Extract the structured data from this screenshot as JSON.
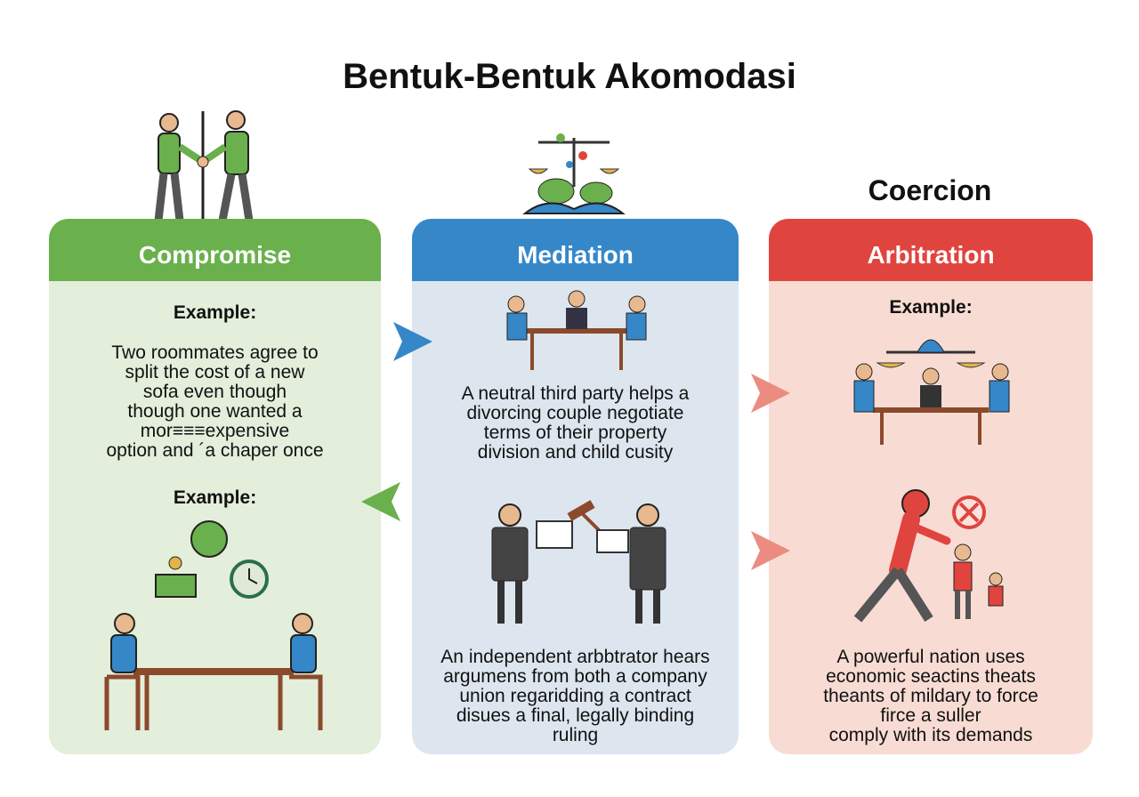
{
  "title": "Bentuk-Bentuk Akomodasi",
  "floating_label": "Coercion",
  "colors": {
    "green": "#6ab04c",
    "blue": "#3587c8",
    "red": "#e0443f"
  },
  "cards": [
    {
      "header": "Compromise",
      "example_label_1": "Example:",
      "text_1": "Two roommates agree to\nsplit the cost of a new\n    sofa even though\nthough one wanted a\nmor≡≡≡expensive\noption and ´a chaper once",
      "example_label_2": "Example:"
    },
    {
      "header": "Mediation",
      "text_1": "A neutral third party helps a\ndivorcing couple negotiate\nterms of their property\ndivision and child cusity",
      "text_2": "An independent arbbtrator hears\nargumens from both a company\nunion regaridding a contract\ndisues a final, legally binding\nruling"
    },
    {
      "header": "Arbitration",
      "example_label_1": "Example:",
      "text_2": "A powerful nation uses\neconomic seactins theats\ntheants of mildary to force\nfirce a suller\ncomply with its demands"
    }
  ]
}
